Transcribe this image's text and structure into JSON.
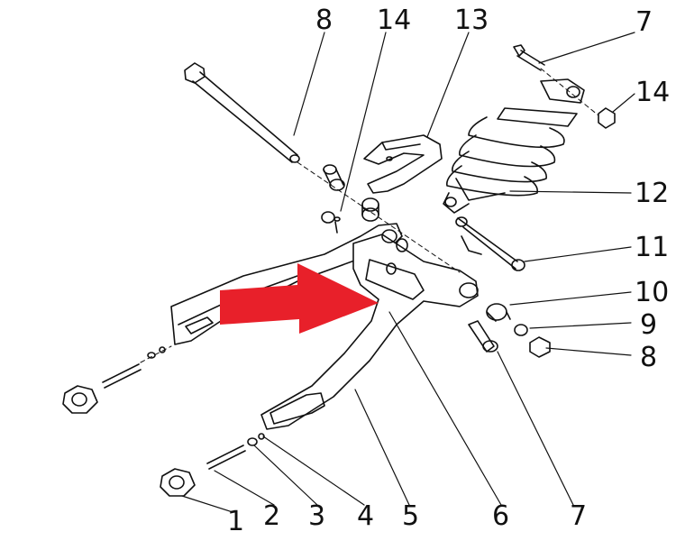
{
  "diagram": {
    "callouts": [
      "8",
      "14",
      "13",
      "7",
      "14",
      "12",
      "11",
      "10",
      "9",
      "8",
      "7",
      "6",
      "5",
      "4",
      "3",
      "2",
      "1"
    ],
    "colors": {
      "line": "#111111",
      "arrow": "#e8202a",
      "background": "#ffffff"
    }
  }
}
